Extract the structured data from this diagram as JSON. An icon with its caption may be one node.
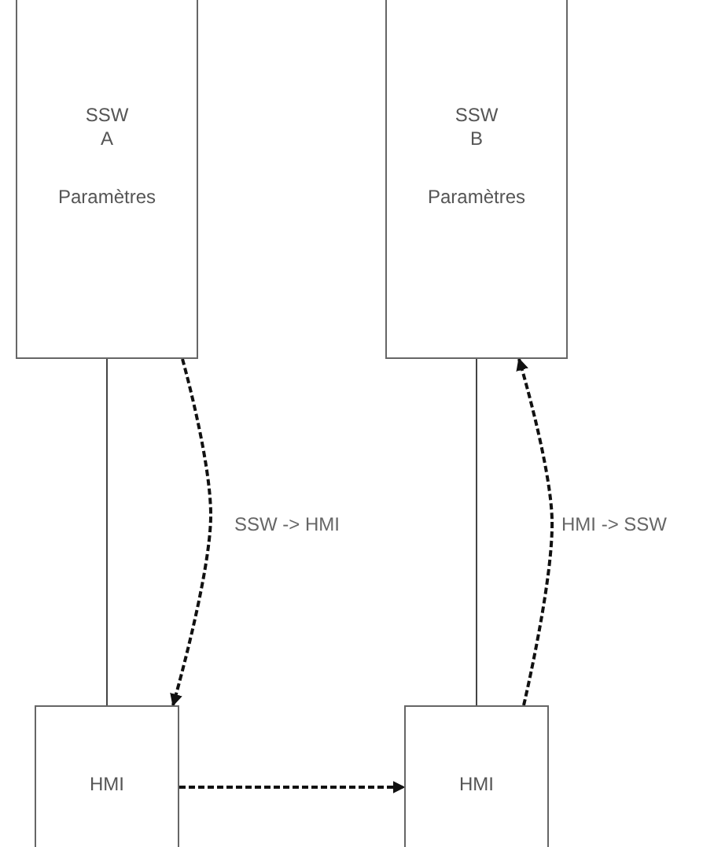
{
  "diagram": {
    "nodes": [
      {
        "text": [
          "SSW A",
          "Paramètres"
        ]
      },
      {
        "text": [
          "SSW B",
          "Paramètres"
        ]
      },
      {
        "text": [
          "HMI"
        ]
      },
      {
        "text": [
          "HMI"
        ]
      }
    ],
    "edges": [
      {
        "from": 0,
        "to": 2,
        "arrow": "none"
      },
      {
        "from": 1,
        "to": 3,
        "arrow": "none"
      },
      {
        "from": 0,
        "to": 2,
        "arrow": "to",
        "style": "dashed",
        "label": "SSW -> HMI"
      },
      {
        "from": 2,
        "to": 3,
        "arrow": "to",
        "style": "dashed"
      },
      {
        "from": 3,
        "to": 1,
        "arrow": "to",
        "style": "dashed",
        "label": "HMI -> SSW"
      }
    ]
  }
}
